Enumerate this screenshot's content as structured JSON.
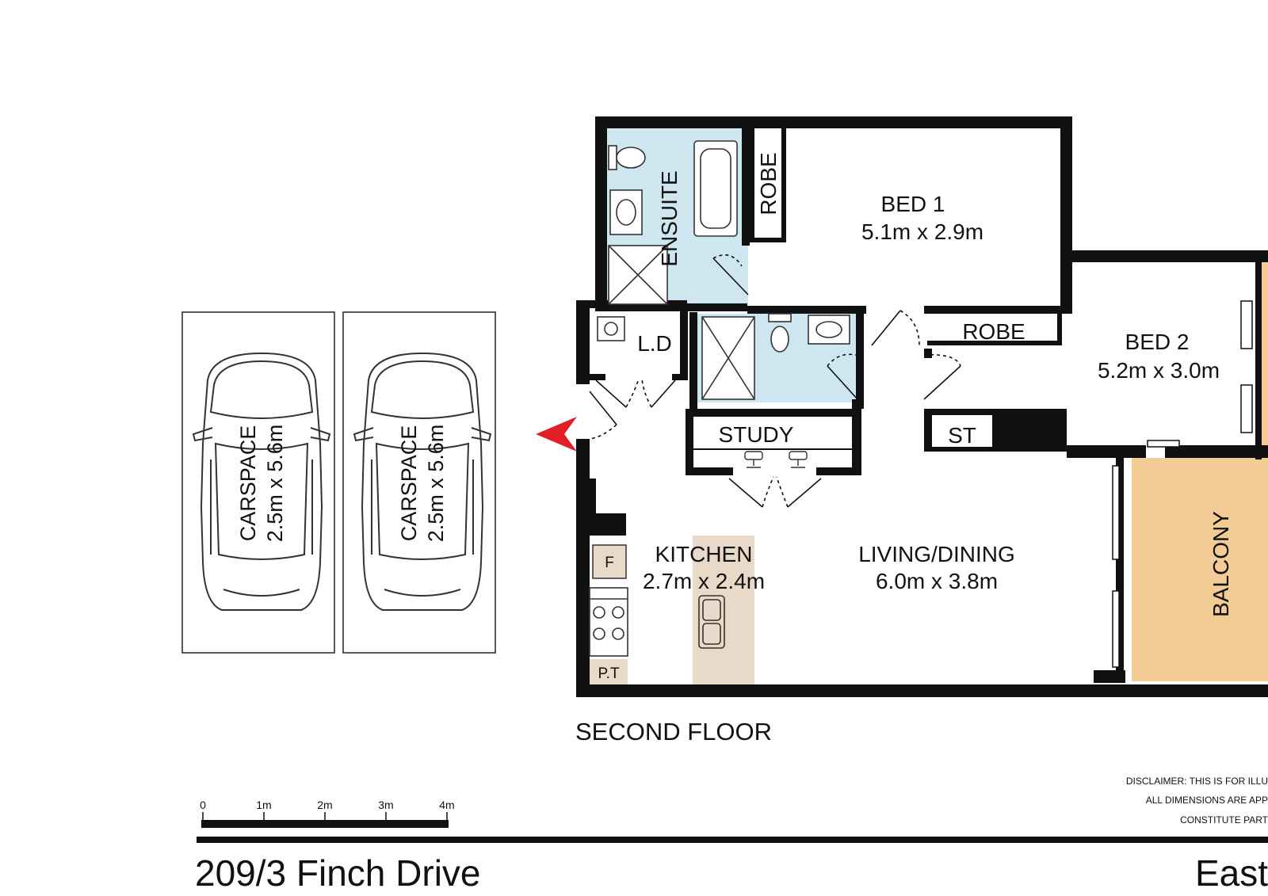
{
  "colors": {
    "wall": "#111111",
    "wet_area": "#cde6f0",
    "balcony": "#f2cc94",
    "bench": "#e8d9c8",
    "entry_arrow": "#e21f26"
  },
  "carspaces": [
    {
      "name": "CARSPACE",
      "size": "2.5m x 5.6m"
    },
    {
      "name": "CARSPACE",
      "size": "2.5m x 5.6m"
    }
  ],
  "rooms": {
    "ensuite": "ENSUITE",
    "robe1": "ROBE",
    "bed1": {
      "name": "BED 1",
      "size": "5.1m x 2.9m"
    },
    "ld": "L.D",
    "robe2": "ROBE",
    "bed2": {
      "name": "BED 2",
      "size": "5.2m x 3.0m"
    },
    "study": "STUDY",
    "st": "ST",
    "kitchen": {
      "name": "KITCHEN",
      "size": "2.7m x 2.4m"
    },
    "living": {
      "name": "LIVING/DINING",
      "size": "6.0m x 3.8m"
    },
    "balcony": "BALCONY",
    "fridge": "F",
    "pantry": "P.T"
  },
  "floor_label": "SECOND FLOOR",
  "scale_bar": {
    "ticks": [
      "0",
      "1m",
      "2m",
      "3m",
      "4m"
    ]
  },
  "disclaimer": [
    "DISCLAIMER: THIS IS FOR ILLU",
    "ALL DIMENSIONS ARE APP",
    "CONSTITUTE PART"
  ],
  "address": "209/3 Finch Drive",
  "suburb": "East"
}
